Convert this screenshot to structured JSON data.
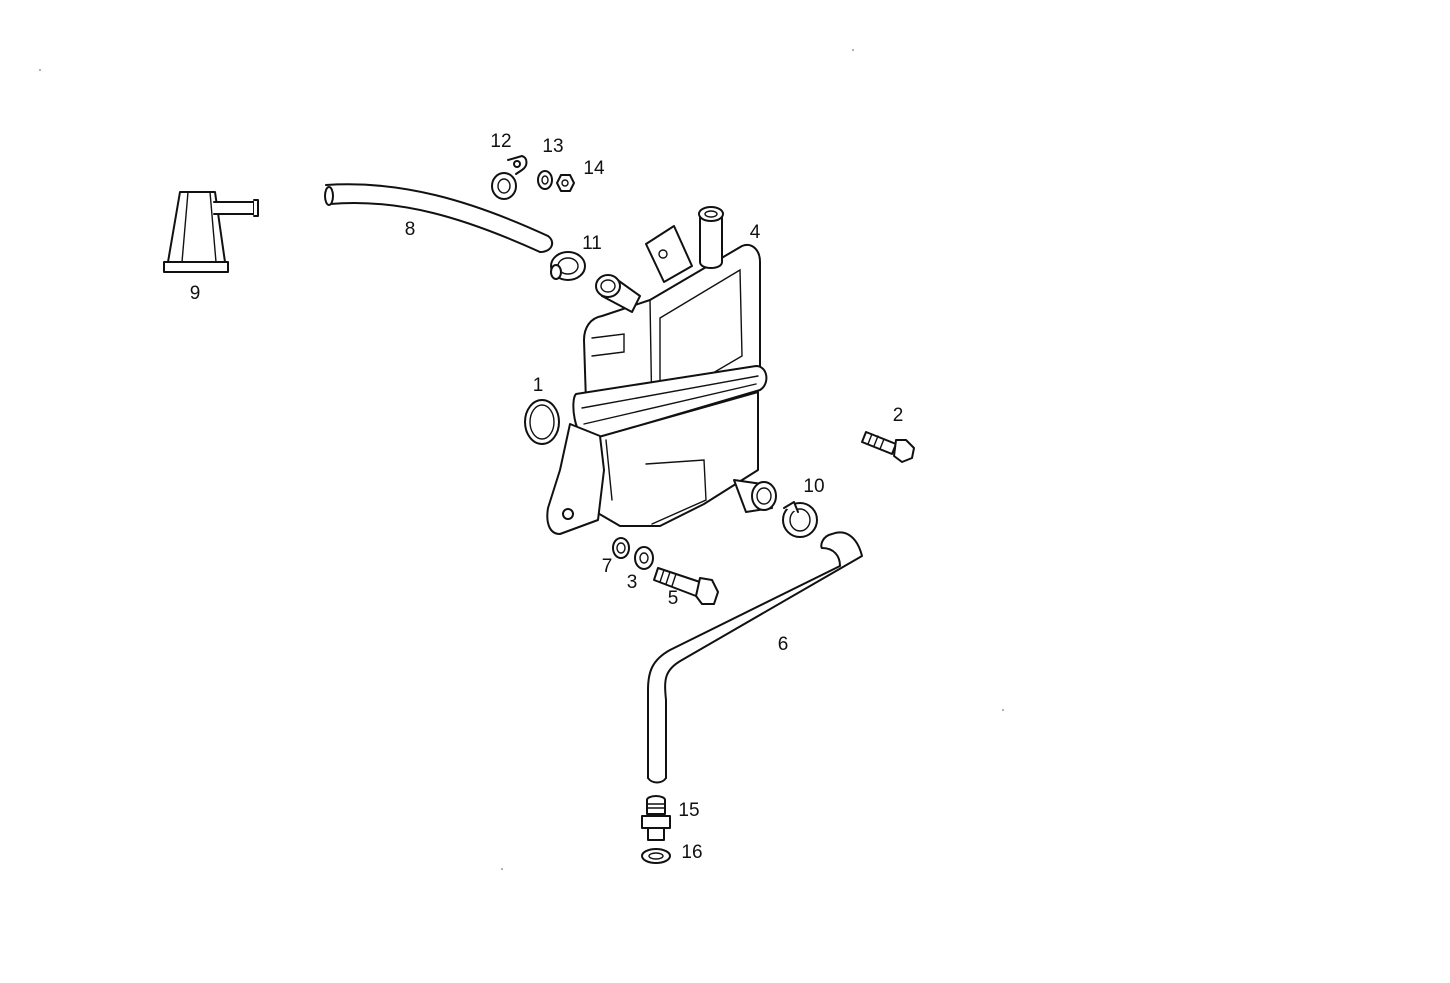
{
  "diagram": {
    "callouts": {
      "c1": "1",
      "c2": "2",
      "c3": "3",
      "c4": "4",
      "c5": "5",
      "c6": "6",
      "c7": "7",
      "c8": "8",
      "c9": "9",
      "c10": "10",
      "c11": "11",
      "c12": "12",
      "c13": "13",
      "c14": "14",
      "c15": "15",
      "c16": "16"
    },
    "colors": {
      "line": "#111111",
      "background": "#ffffff"
    }
  }
}
